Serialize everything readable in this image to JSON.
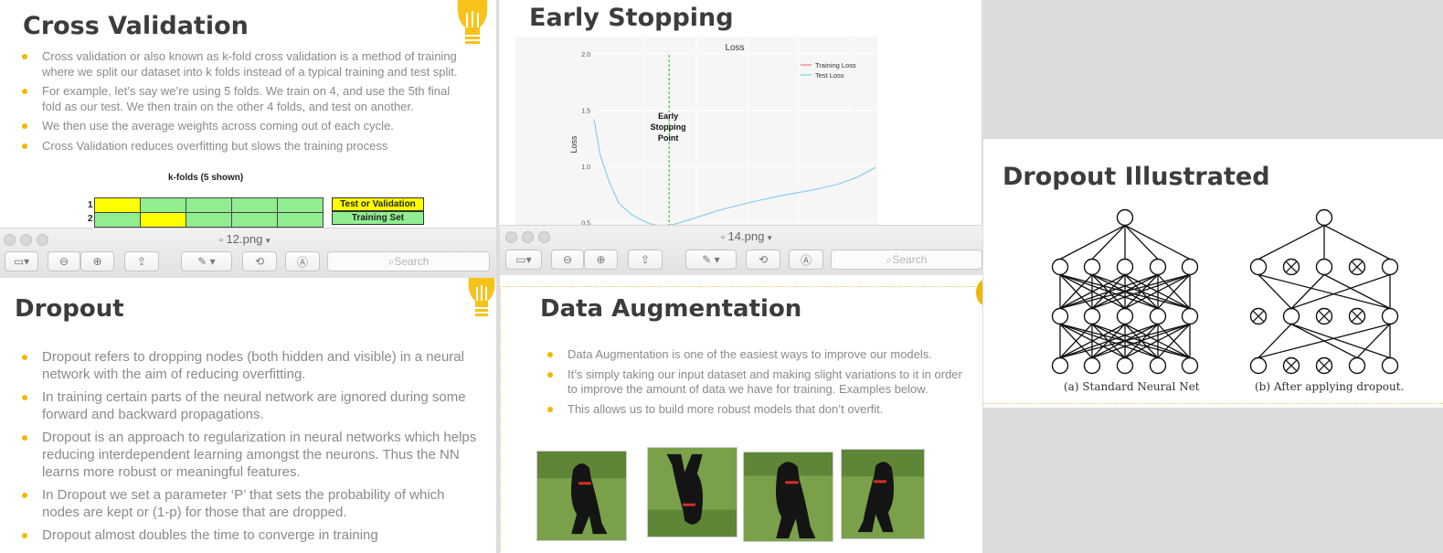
{
  "cv": {
    "title": "Cross Validation",
    "bullets": [
      "Cross validation or also known as k-fold cross validation is a method of training where we split our dataset into k folds instead of a  typical training and test split.",
      "For example, let’s say we’re using 5 folds. We train on 4, and use the 5th final fold as our test.  We then train on the other 4 folds, and test on another.",
      "We then use the average weights across coming out of each cycle.",
      "Cross Validation reduces overfitting but slows the training process"
    ],
    "table_title": "k-folds (5 shown)",
    "rows": [
      "1",
      "2"
    ],
    "legend_test": "Test or Validation Set",
    "legend_train": "Training Set"
  },
  "es": {
    "title": "Early Stopping",
    "chart_data": {
      "type": "line",
      "title": "Loss",
      "ylabel": "Loss",
      "y_ticks": [
        "2.0",
        "1.5",
        "1.0",
        "0.5"
      ],
      "ylim": [
        0.3,
        2.0
      ],
      "series": [
        {
          "name": "Training Loss",
          "color": "#f08080",
          "x": [],
          "y": []
        },
        {
          "name": "Test Loss",
          "color": "#87ceeb",
          "x": [
            0,
            2,
            5,
            8,
            12,
            16,
            19,
            22,
            25,
            30,
            40,
            50,
            60,
            70,
            78,
            84,
            90
          ],
          "y": [
            1.42,
            1.1,
            0.85,
            0.67,
            0.57,
            0.51,
            0.48,
            0.47,
            0.48,
            0.52,
            0.61,
            0.68,
            0.74,
            0.79,
            0.84,
            0.9,
            0.99
          ]
        }
      ],
      "xlim": [
        0,
        90
      ],
      "stop_x": 24,
      "annotation": [
        "Early",
        "Stopping",
        "Point"
      ],
      "legend": "top-right",
      "grid": true
    }
  },
  "win_left": {
    "filename": "12.png",
    "search": "Search"
  },
  "win_mid": {
    "filename": "14.png",
    "search": "Search"
  },
  "dropout": {
    "title": "Dropout",
    "bullets": [
      "Dropout refers to dropping nodes (both hidden and visible) in a neural network with the aim of reducing overfitting.",
      "In training certain parts of the neural network are ignored during some forward and backward propagations.",
      "Dropout is an approach to regularization in neural networks which helps reducing interdependent learning amongst the neurons. Thus the NN learns more robust or meaningful features.",
      "In Dropout we set a parameter ‘P’ that sets the probability of which nodes are kept or (1-p) for those that are dropped.",
      "Dropout almost doubles the time to converge in training"
    ]
  },
  "aug": {
    "title": "Data Augmentation",
    "bullets": [
      "Data Augmentation is one of the easiest ways to improve our models.",
      "It’s simply taking our input dataset and making slight variations to it in order to improve the amount of data we have for training. Examples below.",
      "This allows us to build more robust models that don’t overfit."
    ]
  },
  "di": {
    "title": "Dropout Illustrated",
    "caption_a": "(a) Standard Neural Net",
    "caption_b": "(b) After applying dropout."
  },
  "colors": {
    "accent": "#f2b705",
    "kfold_yellow": "#ffff00",
    "kfold_green": "#90ee90"
  }
}
